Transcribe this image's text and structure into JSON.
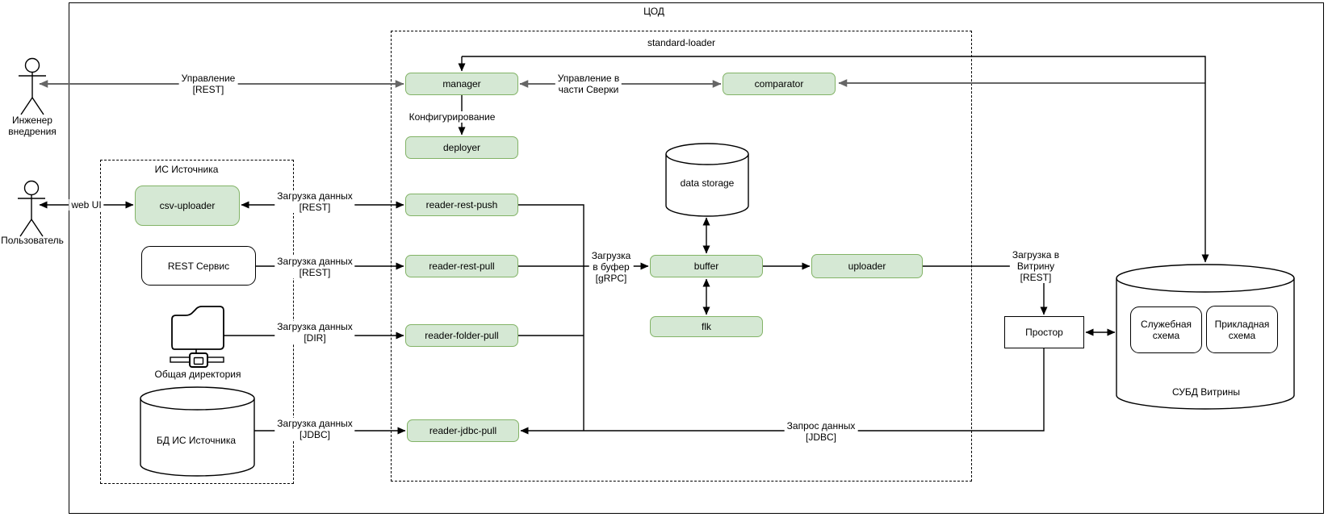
{
  "title": "ЦОД",
  "containers": {
    "standard_loader": "standard-loader",
    "is_source": "ИС Источника"
  },
  "actors": {
    "engineer": [
      "Инженер",
      "внедрения"
    ],
    "user": [
      "Пользователь"
    ]
  },
  "nodes": {
    "manager": "manager",
    "deployer": "deployer",
    "comparator": "comparator",
    "csv_uploader": "csv-uploader",
    "rest_service": "REST Сервис",
    "shared_directory": "Общая директория",
    "source_db": "БД ИС Источника",
    "reader_rest_push": "reader-rest-push",
    "reader_rest_pull": "reader-rest-pull",
    "reader_folder_pull": "reader-folder-pull",
    "reader_jdbc_pull": "reader-jdbc-pull",
    "data_storage": "data storage",
    "buffer": "buffer",
    "flk": "flk",
    "uploader": "uploader",
    "prostor": "Простор",
    "vitrina_db": "СУБД Витрины",
    "service_schema": [
      "Служебная",
      "схема"
    ],
    "applied_schema": [
      "Прикладная",
      "схема"
    ]
  },
  "edge_labels": {
    "upravlenie": [
      "Управление",
      "[REST]"
    ],
    "upravlenie_sverka": [
      "Управление в",
      "части Сверки"
    ],
    "konfigurirovanie": [
      "Конфигурирование"
    ],
    "web_ui": [
      "web UI"
    ],
    "load_data_rest_push": [
      "Загрузка данных",
      "[REST]"
    ],
    "load_data_rest_pull": [
      "Загрузка данных",
      "[REST]"
    ],
    "load_data_dir": [
      "Загрузка данных",
      "[DIR]"
    ],
    "load_data_jdbc": [
      "Загрузка данных",
      "[JDBC]"
    ],
    "load_to_buffer": [
      "Загрузка",
      "в буфер",
      "[gRPC]"
    ],
    "load_to_vitrina": [
      "Загрузка в",
      "Витрину",
      "[REST]"
    ],
    "request_jdbc": [
      "Запрос данных",
      "[JDBC]"
    ]
  },
  "colors": {
    "node_fill": "#d5e8d4",
    "node_border": "#82b366",
    "gray_line": "#666666",
    "black_line": "#000000"
  }
}
